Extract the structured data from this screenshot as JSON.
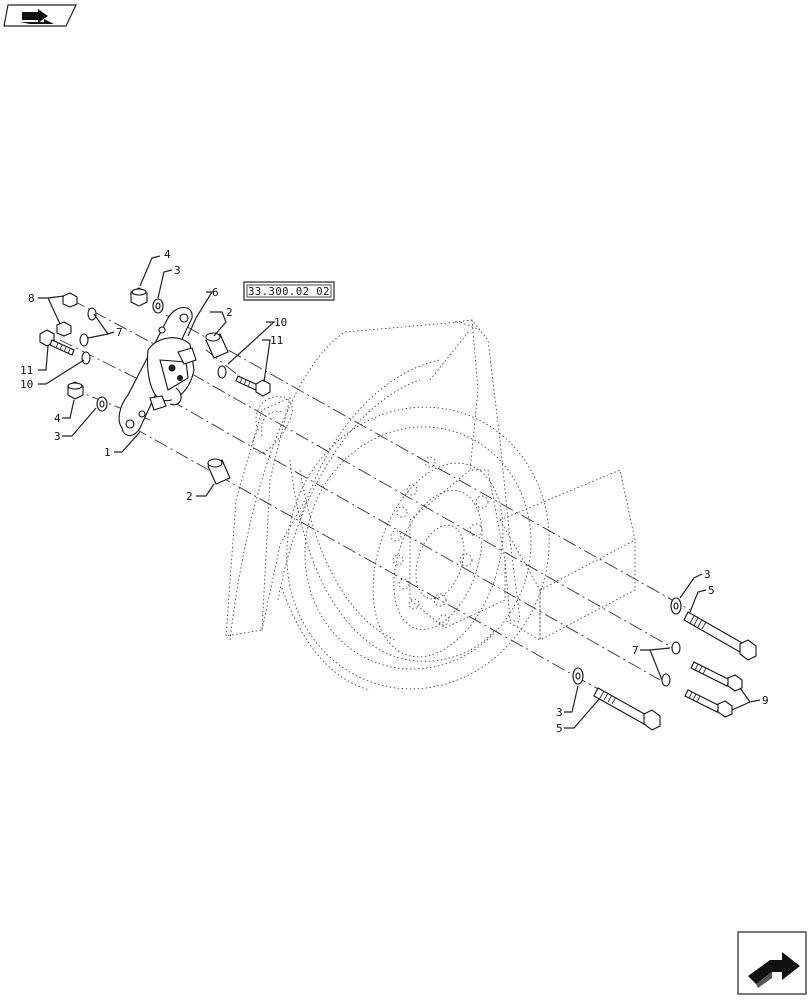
{
  "reference": "33.300.02 02",
  "callouts": {
    "c1": "1",
    "c2a": "2",
    "c2b": "2",
    "c3a": "3",
    "c3b": "3",
    "c3c": "3",
    "c3d": "3",
    "c4a": "4",
    "c4b": "4",
    "c5a": "5",
    "c5b": "5",
    "c6": "6",
    "c7a": "7",
    "c7b": "7",
    "c8": "8",
    "c9": "9",
    "c10a": "10",
    "c10b": "10",
    "c11a": "11",
    "c11b": "11"
  },
  "icons": {
    "top_left": "book-arrow-icon",
    "bottom_right": "next-page-arrow-icon"
  }
}
